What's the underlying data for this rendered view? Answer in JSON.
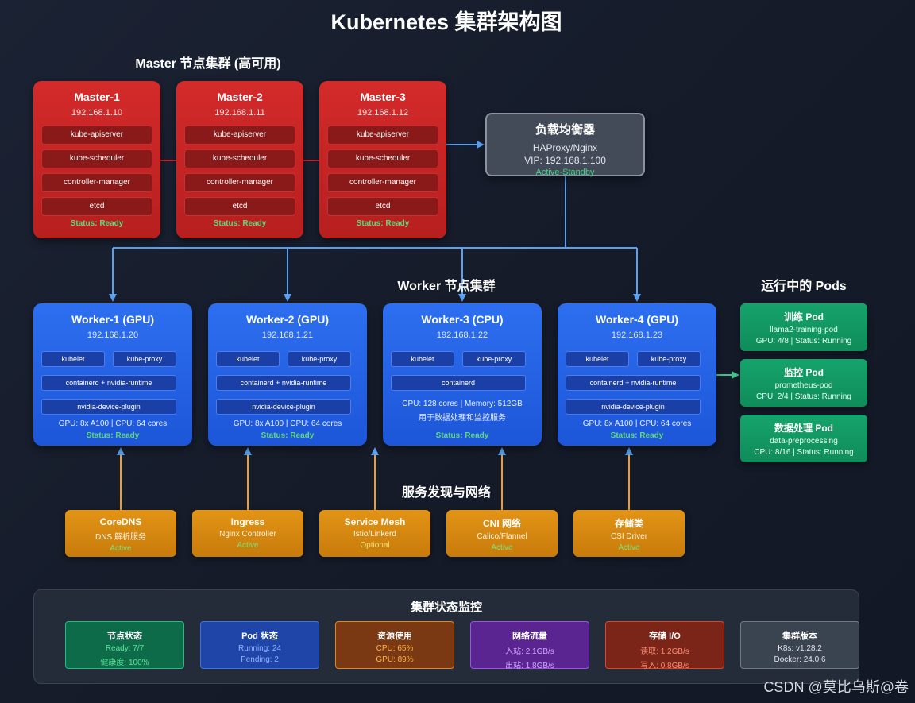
{
  "title": "Kubernetes 集群架构图",
  "sections": {
    "master": "Master 节点集群 (高可用)",
    "worker": "Worker 节点集群",
    "pods": "运行中的 Pods",
    "services": "服务发现与网络"
  },
  "masters": [
    {
      "name": "Master-1",
      "ip": "192.168.1.10",
      "components": [
        "kube-apiserver",
        "kube-scheduler",
        "controller-manager",
        "etcd"
      ],
      "status": "Status: Ready"
    },
    {
      "name": "Master-2",
      "ip": "192.168.1.11",
      "components": [
        "kube-apiserver",
        "kube-scheduler",
        "controller-manager",
        "etcd"
      ],
      "status": "Status: Ready"
    },
    {
      "name": "Master-3",
      "ip": "192.168.1.12",
      "components": [
        "kube-apiserver",
        "kube-scheduler",
        "controller-manager",
        "etcd"
      ],
      "status": "Status: Ready"
    }
  ],
  "load_balancer": {
    "name": "负载均衡器",
    "type": "HAProxy/Nginx",
    "vip": "VIP: 192.168.1.100",
    "status": "Active-Standby"
  },
  "workers": [
    {
      "name": "Worker-1 (GPU)",
      "ip": "192.168.1.20",
      "kubelet": "kubelet",
      "proxy": "kube-proxy",
      "runtime": "containerd + nvidia-runtime",
      "plugin": "nvidia-device-plugin",
      "info": "GPU: 8x A100 | CPU: 64 cores",
      "status": "Status: Ready"
    },
    {
      "name": "Worker-2 (GPU)",
      "ip": "192.168.1.21",
      "kubelet": "kubelet",
      "proxy": "kube-proxy",
      "runtime": "containerd + nvidia-runtime",
      "plugin": "nvidia-device-plugin",
      "info": "GPU: 8x A100 | CPU: 64 cores",
      "status": "Status: Ready"
    },
    {
      "name": "Worker-3 (CPU)",
      "ip": "192.168.1.22",
      "kubelet": "kubelet",
      "proxy": "kube-proxy",
      "runtime": "containerd",
      "info": "CPU: 128 cores | Memory: 512GB",
      "info2": "用于数据处理和监控服务",
      "status": "Status: Ready"
    },
    {
      "name": "Worker-4 (GPU)",
      "ip": "192.168.1.23",
      "kubelet": "kubelet",
      "proxy": "kube-proxy",
      "runtime": "containerd + nvidia-runtime",
      "plugin": "nvidia-device-plugin",
      "info": "GPU: 8x A100 | CPU: 64 cores",
      "status": "Status: Ready"
    }
  ],
  "pods": [
    {
      "name": "训练 Pod",
      "id": "llama2-training-pod",
      "detail": "GPU: 4/8 | Status: Running"
    },
    {
      "name": "监控 Pod",
      "id": "prometheus-pod",
      "detail": "CPU: 2/4 | Status: Running"
    },
    {
      "name": "数据处理 Pod",
      "id": "data-preprocessing",
      "detail": "CPU: 8/16 | Status: Running"
    }
  ],
  "services": [
    {
      "name": "CoreDNS",
      "sub": "DNS 解析服务",
      "status": "Active"
    },
    {
      "name": "Ingress",
      "sub": "Nginx Controller",
      "status": "Active"
    },
    {
      "name": "Service Mesh",
      "sub": "Istio/Linkerd",
      "status": "Optional"
    },
    {
      "name": "CNI 网络",
      "sub": "Calico/Flannel",
      "status": "Active"
    },
    {
      "name": "存储类",
      "sub": "CSI Driver",
      "status": "Active"
    }
  ],
  "monitor": {
    "title": "集群状态监控",
    "cards": [
      {
        "name": "节点状态",
        "line1": "Ready: 7/7",
        "line2": "健康度: 100%",
        "bg": "#0d6b4a",
        "border": "#1fbf7a",
        "text": "#5ee39a"
      },
      {
        "name": "Pod 状态",
        "line1": "Running: 24",
        "line2": "Pending: 2",
        "bg": "#1f45a8",
        "border": "#3f6fe0",
        "text": "#8fb2ff"
      },
      {
        "name": "资源使用",
        "line1": "CPU: 65%",
        "line2": "GPU: 89%",
        "bg": "#7a3912",
        "border": "#e0891f",
        "text": "#ffb347"
      },
      {
        "name": "网络流量",
        "line1": "入站: 2.1GB/s",
        "line2": "出站: 1.8GB/s",
        "bg": "#5a2491",
        "border": "#9a55e6",
        "text": "#d3a6ff"
      },
      {
        "name": "存储 I/O",
        "line1": "读取: 1.2GB/s",
        "line2": "写入: 0.8GB/s",
        "bg": "#7a2518",
        "border": "#d9472c",
        "text": "#ff8a72"
      },
      {
        "name": "集群版本",
        "line1": "K8s: v1.28.2",
        "line2": "Docker: 24.0.6",
        "bg": "#3a4350",
        "border": "#6f7a8a",
        "text": "#e4e7ec"
      }
    ]
  },
  "watermark": "CSDN @莫比乌斯@卷",
  "colors": {
    "master": "#c62828",
    "worker": "#2563eb",
    "pod": "#10a065",
    "service": "#d98a10",
    "lb": "#434a58",
    "link_blue": "#5aa0f0",
    "link_orange": "#f0a020",
    "link_red": "#c62828",
    "link_green": "#3fc48a"
  }
}
